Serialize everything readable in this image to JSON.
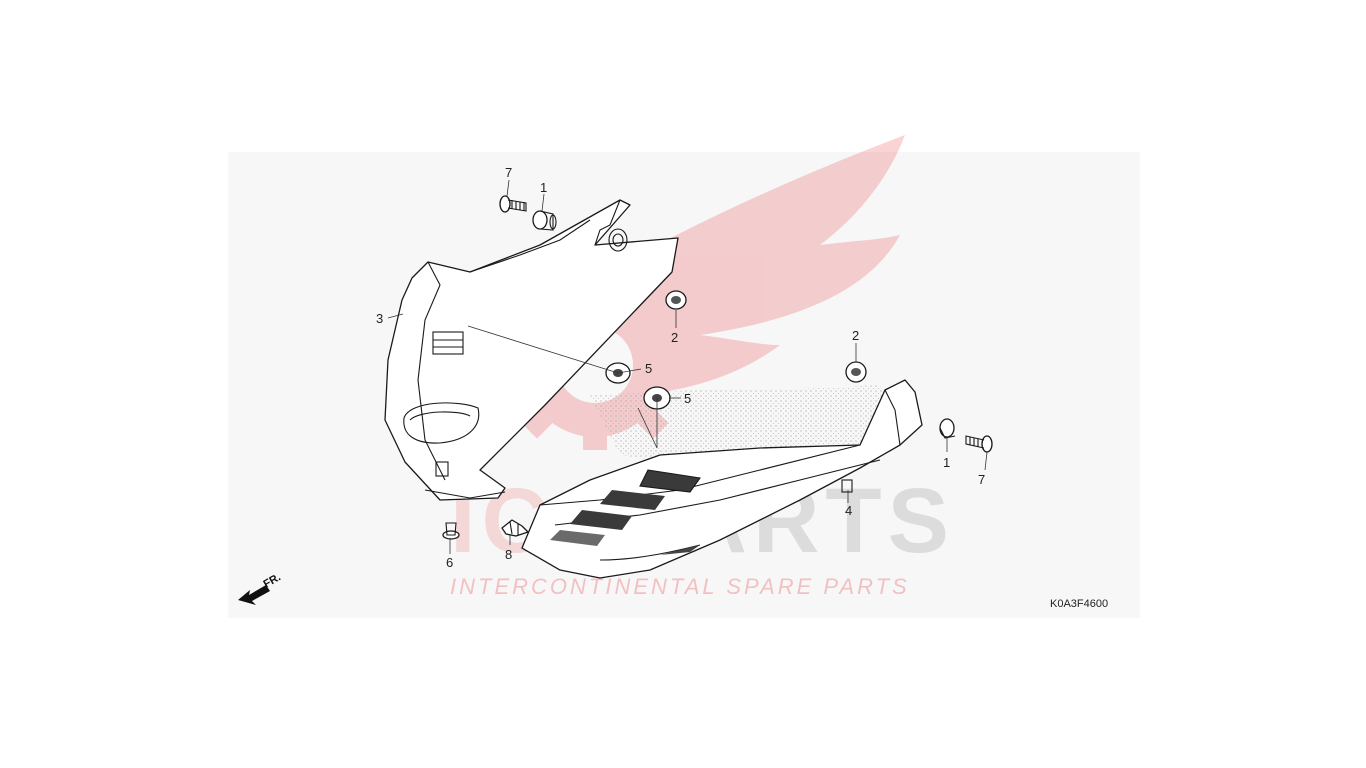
{
  "diagram": {
    "code": "K0A3F4600",
    "front_marker": "FR.",
    "callouts": [
      {
        "id": "c7a",
        "text": "7"
      },
      {
        "id": "c1a",
        "text": "1"
      },
      {
        "id": "c3",
        "text": "3"
      },
      {
        "id": "c2a",
        "text": "2"
      },
      {
        "id": "c5a",
        "text": "5"
      },
      {
        "id": "c2b",
        "text": "2"
      },
      {
        "id": "c5b",
        "text": "5"
      },
      {
        "id": "c1b",
        "text": "1"
      },
      {
        "id": "c7b",
        "text": "7"
      },
      {
        "id": "c4",
        "text": "4"
      },
      {
        "id": "c6",
        "text": "6"
      },
      {
        "id": "c8",
        "text": "8"
      }
    ]
  },
  "watermark": {
    "brand_left": "ICS",
    "brand_right": "PARTS",
    "tagline": "INTERCONTINENTAL SPARE PARTS",
    "accent_color": "#e8353a",
    "grey_color": "#d6d6d6"
  }
}
